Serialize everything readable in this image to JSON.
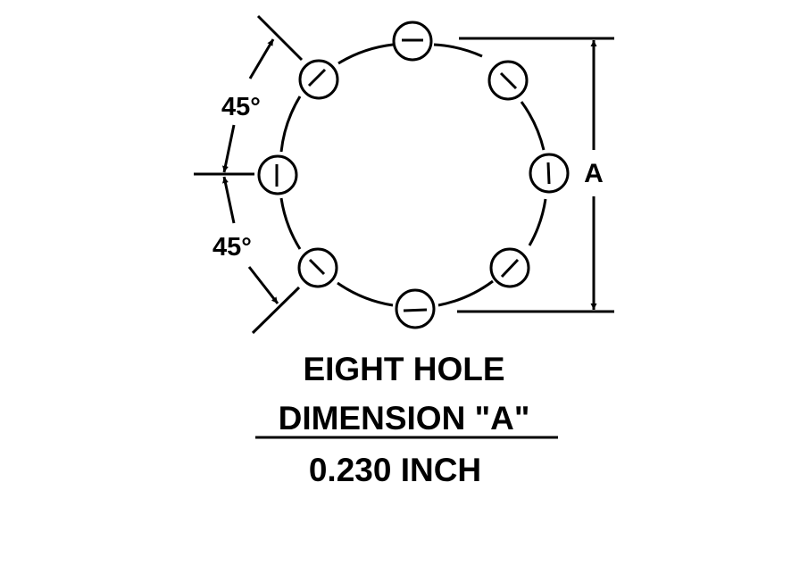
{
  "diagram": {
    "type": "bolt-hole-pattern",
    "hole_count": 8,
    "angle_labels": [
      "45°",
      "45°"
    ],
    "dimension_label": "A",
    "colors": {
      "stroke": "#000000",
      "background": "#ffffff"
    }
  },
  "caption": {
    "line1": "EIGHT HOLE",
    "line2": "DIMENSION \"A\"",
    "value": "0.230 INCH"
  }
}
